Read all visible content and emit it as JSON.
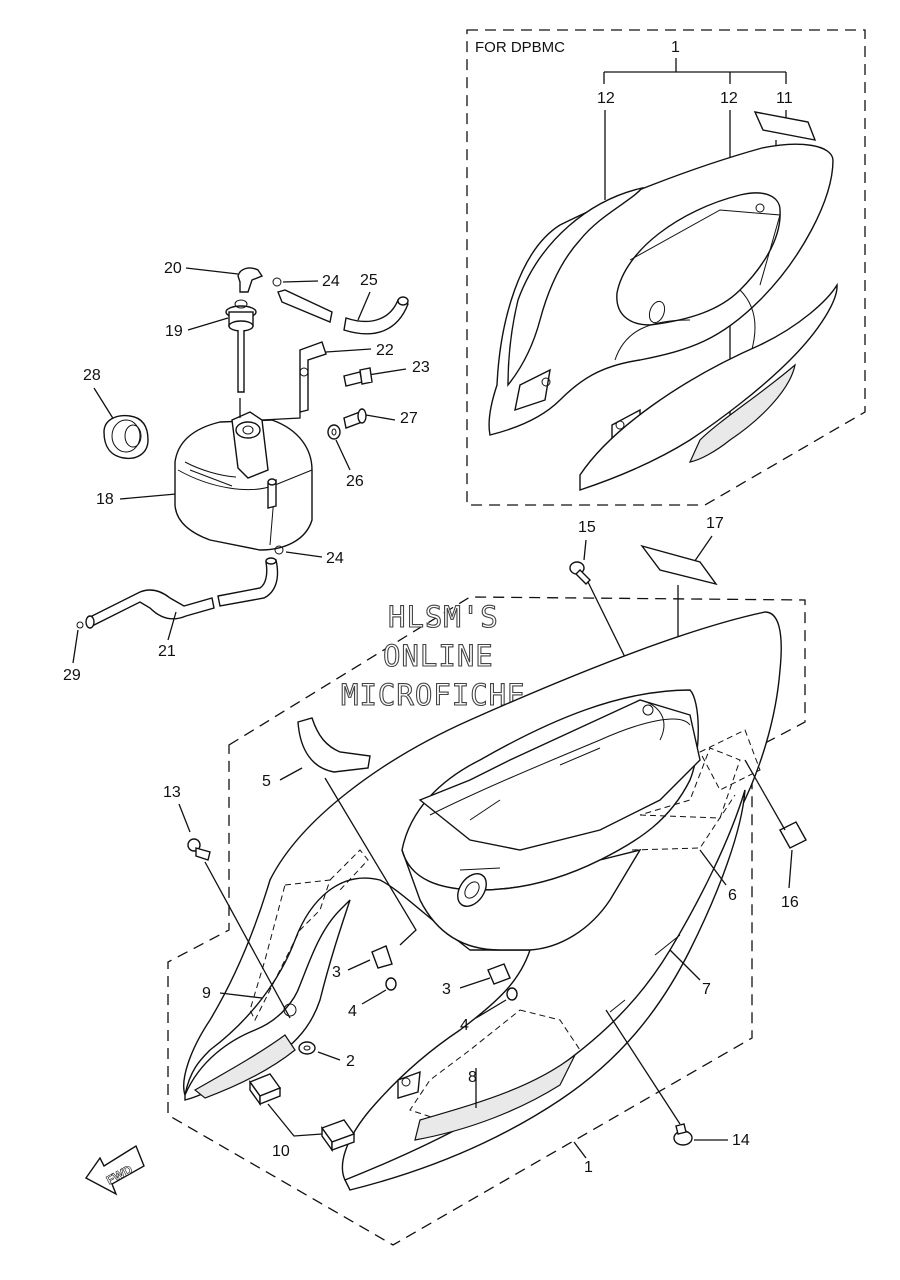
{
  "diagram": {
    "variant_label": "FOR DPBMC",
    "watermark": [
      "HLSM'S",
      "ONLINE",
      "MICROFICHE"
    ],
    "direction_badge": "FWD",
    "callouts": {
      "c1_top": "1",
      "c12a": "12",
      "c12b": "12",
      "c11": "11",
      "c20": "20",
      "c24a": "24",
      "c25": "25",
      "c19": "19",
      "c22": "22",
      "c23": "23",
      "c28": "28",
      "c27": "27",
      "c26": "26",
      "c18": "18",
      "c24b": "24",
      "c21": "21",
      "c29": "29",
      "c15": "15",
      "c17": "17",
      "c5": "5",
      "c13": "13",
      "c16": "16",
      "c6": "6",
      "c3a": "3",
      "c4a": "4",
      "c3b": "3",
      "c4b": "4",
      "c7": "7",
      "c9": "9",
      "c2": "2",
      "c10": "10",
      "c8": "8",
      "c1_bottom": "1",
      "c14": "14"
    }
  }
}
